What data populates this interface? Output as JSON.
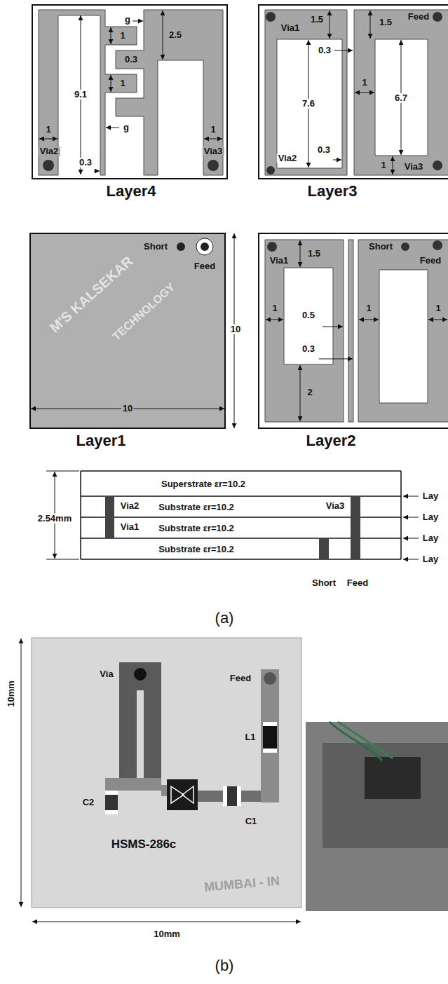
{
  "diagram": {
    "nodes": [
      {
        "text": [
          "Layer4"
        ]
      },
      {
        "text": [
          "Layer3"
        ]
      },
      {
        "text": [
          "Layer1"
        ]
      },
      {
        "text": [
          "Layer2"
        ]
      },
      {
        "text": [
          "Superstrate εr=10.2"
        ]
      },
      {
        "text": [
          "Substrate εr=10.2"
        ]
      },
      {
        "text": [
          "Substrate εr=10.2"
        ]
      },
      {
        "text": [
          "Substrate εr=10.2"
        ]
      }
    ],
    "labels": [
      "g",
      "2.5",
      "1",
      "0.3",
      "1",
      "9.1",
      "1",
      "1",
      "g",
      "0.3",
      "Via2",
      "Via3",
      "Via1",
      "1.5",
      "1.5",
      "Feed",
      "0.3",
      "1",
      "7.6",
      "6.7",
      "0.3",
      "Via2",
      "Via3",
      "1",
      "Short",
      "Feed",
      "10",
      "10",
      "Via1",
      "1.5",
      "Short",
      "Feed",
      "0.5",
      "1",
      "0.3",
      "1",
      "1",
      "2",
      "2.54mm",
      "Via2",
      "Via3",
      "Via1",
      "Short",
      "Feed",
      "Lay",
      "Lay",
      "Lay",
      "Lay",
      "(a)",
      "Via",
      "Feed",
      "L1",
      "C2",
      "HSMS-286c",
      "C1",
      "10mm",
      "10mm",
      "(b)",
      "M'S KALSEKAR",
      "TECHNOLOGY",
      "MUMBAI - IN"
    ]
  }
}
